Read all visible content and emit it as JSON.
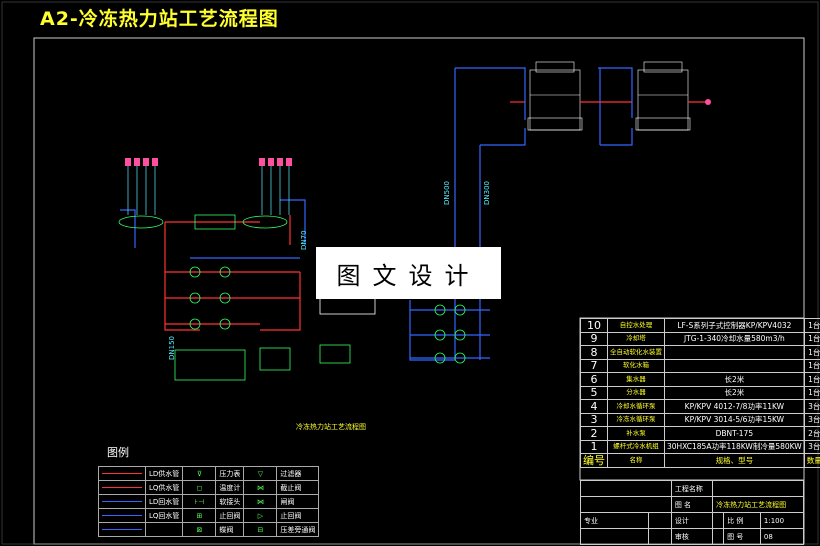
{
  "title": "A2-冷冻热力站工艺流程图",
  "watermark": "图文设计",
  "labels": {
    "dn500": "DN500",
    "dn300": "DN300",
    "dn150": "DN150",
    "dn70": "DN70",
    "cooling_note": "冷冻热力站工艺流程图",
    "bottom_caption": "冷冻热力站工艺流程图"
  },
  "parts_table": {
    "rows": [
      {
        "num": "10",
        "name": "自控水处理",
        "spec": "LF-S系列子式控制器KP/KPV4032",
        "qty": "1台"
      },
      {
        "num": "9",
        "name": "冷却塔",
        "spec": "JTG-1-340冷却水量580m3/h",
        "qty": "1台"
      },
      {
        "num": "8",
        "name": "全自动软化水装置",
        "spec": "",
        "qty": "1台"
      },
      {
        "num": "7",
        "name": "软化水箱",
        "spec": "",
        "qty": "1台"
      },
      {
        "num": "6",
        "name": "集水器",
        "spec": "长2米",
        "qty": "1台"
      },
      {
        "num": "5",
        "name": "分水器",
        "spec": "长2米",
        "qty": "1台"
      },
      {
        "num": "4",
        "name": "冷却水循环泵",
        "spec": "KP/KPV 4012-7/8功率11KW",
        "qty": "3台"
      },
      {
        "num": "3",
        "name": "冷冻水循环泵",
        "spec": "KP/KPV 3014-5/6功率15KW",
        "qty": "3台"
      },
      {
        "num": "2",
        "name": "补水泵",
        "spec": "DBNT-175",
        "qty": "2台"
      },
      {
        "num": "1",
        "name": "螺杆式冷水机组",
        "spec": "30HXC185A功率118KW制冷量580KW",
        "qty": "3台"
      }
    ],
    "header": {
      "num": "编号",
      "name": "名称",
      "spec": "规格、型号",
      "qty": "数量"
    }
  },
  "title_block": {
    "project_label": "工程名称",
    "drawing_label": "图 名",
    "drawing_name": "冷冻热力站工艺流程图",
    "designer_label": "专业",
    "design_label": "设计",
    "scale_label": "比 例",
    "scale_value": "1:100",
    "check_label": "审核",
    "sheet_label": "图 号",
    "sheet_value": "08"
  },
  "legend": {
    "title": "图例",
    "rows": [
      {
        "line_color": "#ff3333",
        "name": "LD供水管",
        "icon1": "⊽",
        "name1": "压力表",
        "icon2": "▽",
        "name2": "过滤器"
      },
      {
        "line_color": "#ff3333",
        "name": "LQ供水管",
        "icon1": "◻",
        "name1": "温度计",
        "icon2": "⋈",
        "name2": "截止阀"
      },
      {
        "line_color": "#3366ff",
        "name": "LD回水管",
        "icon1": "⊦⊣",
        "name1": "软接头",
        "icon2": "⋈",
        "name2": "闸阀"
      },
      {
        "line_color": "#3366ff",
        "name": "LQ回水管",
        "icon1": "⊞",
        "name1": "止回阀",
        "icon2": "▷",
        "name2": "止回阀"
      },
      {
        "line_color": "#3366ff",
        "name": "",
        "icon1": "⊠",
        "name1": "蝶阀",
        "icon2": "⊟",
        "name2": "压差旁通阀"
      }
    ]
  },
  "colors": {
    "supply": "#ff3333",
    "return": "#3366ff",
    "equipment": "#33ff66",
    "text": "#ffff2e",
    "frame": "#cccccc"
  }
}
